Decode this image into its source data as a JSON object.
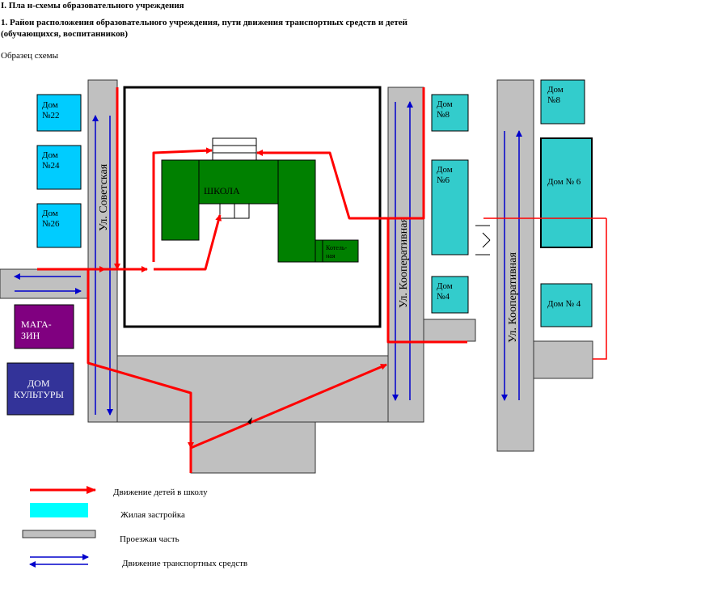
{
  "header": {
    "title": "I. Пла н-схемы образовательного учреждения",
    "subtitle_line1": "1. Район расположения образовательного учреждения, пути движения транспортных средств и детей",
    "subtitle_line2": "(обучающихся, воспитанников)",
    "sample": "Образец схемы"
  },
  "houses": {
    "dom22": [
      "Дом",
      "№22"
    ],
    "dom24": [
      "Дом",
      "№24"
    ],
    "dom26": [
      "Дом",
      "№26"
    ],
    "dom8_center": [
      "Дом",
      "№8"
    ],
    "dom6_center": [
      "Дом",
      "№6"
    ],
    "dom4_center": [
      "Дом",
      "№4"
    ],
    "dom8_right": [
      "Дом",
      "№8"
    ],
    "dom6_right": "Дом № 6",
    "dom4_right": "Дом № 4"
  },
  "buildings": {
    "shop": [
      "МАГА-",
      "ЗИН"
    ],
    "culture": [
      "ДОМ",
      "КУЛЬТУРЫ"
    ],
    "school": "ШКОЛА",
    "boiler": [
      "Котель-",
      "ная"
    ]
  },
  "streets": {
    "sovetskaya": "Ул. Советская",
    "kooperativnaya1": "Ул. Кооперативная",
    "kooperativnaya2": "Ул. Кооперативная"
  },
  "legend": {
    "children": "Движение детей в школу",
    "housing": "Жилая застройка",
    "roadway": "Проезжая часть",
    "vehicles": "Движение транспортных средств"
  },
  "colors": {
    "road": "#c0c0c0",
    "housing": "#33cccc",
    "housing_light": "#00ccff",
    "school": "#008000",
    "children_path": "#ff0000",
    "vehicle_path": "#0000cc",
    "shop": "#800080",
    "culture": "#333399"
  }
}
